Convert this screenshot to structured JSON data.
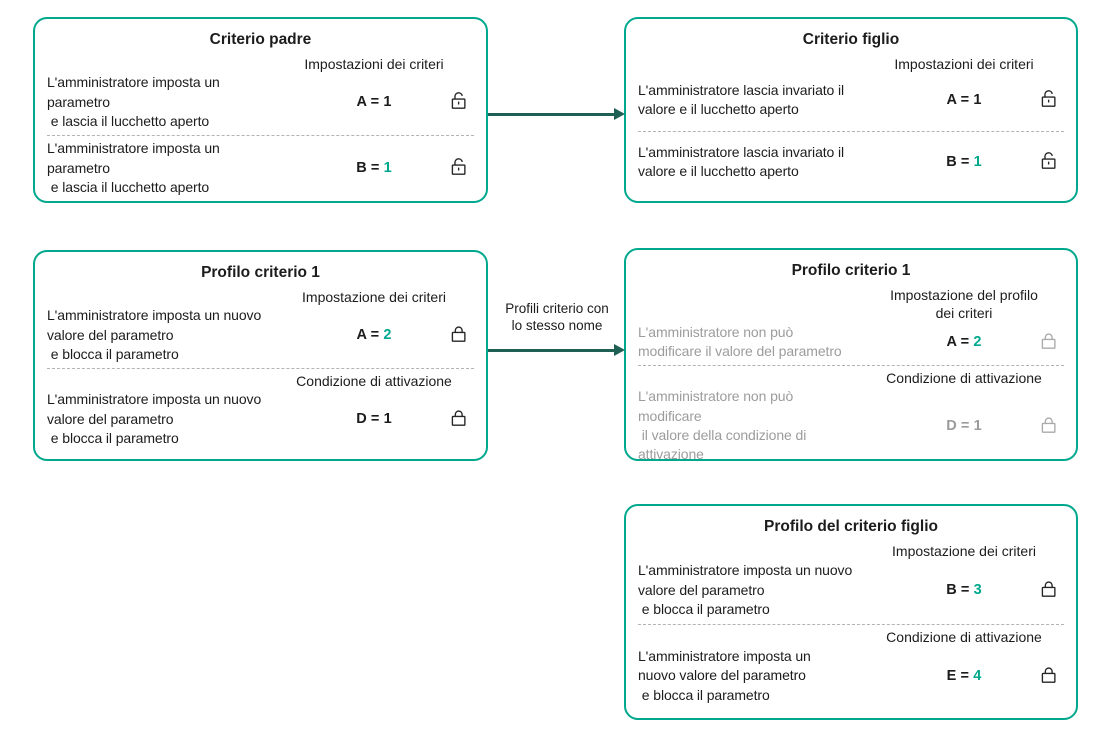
{
  "colors": {
    "border_teal": "#00A88E",
    "accent_teal": "#00A88E",
    "arrow_dark_teal": "#1E6154",
    "text_dark": "#1C1C1C",
    "text_muted": "#9C9C9C",
    "lock_dark": "#262626",
    "lock_muted": "#ABABAB",
    "divider_gray": "#B3B3B3"
  },
  "arrows": {
    "parent_to_child": {
      "label": ""
    },
    "profile_to_profile": {
      "label": "Profili criterio con\nlo stesso nome"
    }
  },
  "boxes": {
    "parent_policy": {
      "title": "Criterio padre",
      "rows": [
        {
          "settings_label": "Impostazioni dei criteri",
          "description": "L'amministratore imposta un\nparametro\n e lascia il lucchetto aperto",
          "param": "A = ",
          "value": "1",
          "lock": "open"
        },
        {
          "description": "L'amministratore imposta un\nparametro\n e lascia il lucchetto aperto",
          "param": "B = ",
          "value": "1",
          "lock": "open"
        }
      ]
    },
    "child_policy": {
      "title": "Criterio figlio",
      "rows": [
        {
          "settings_label": "Impostazioni dei criteri",
          "description": "L'amministratore lascia invariato il\nvalore e il lucchetto aperto",
          "param": "A = ",
          "value": "1",
          "lock": "open"
        },
        {
          "description": "L'amministratore lascia invariato il\nvalore e il lucchetto aperto",
          "param": "B = ",
          "value": "1",
          "lock": "open"
        }
      ]
    },
    "policy_profile_parent": {
      "title": "Profilo criterio 1",
      "rows": [
        {
          "settings_label": "Impostazione dei criteri",
          "description": "L'amministratore imposta un nuovo\nvalore del parametro\n e blocca il parametro",
          "param": "A = ",
          "value": "2",
          "lock": "closed"
        },
        {
          "settings_label": "Condizione di attivazione",
          "description": "L'amministratore imposta un nuovo\nvalore del parametro\n e blocca il parametro",
          "param": "D = ",
          "value": "1",
          "lock": "closed"
        }
      ]
    },
    "policy_profile_child": {
      "title": "Profilo criterio 1",
      "rows": [
        {
          "settings_label": "Impostazione del profilo\ndei criteri",
          "description": "L'amministratore non può\nmodificare il valore del parametro",
          "param": "A = ",
          "value": "2",
          "lock": "closed"
        },
        {
          "settings_label": "Condizione di attivazione",
          "description": "L'amministratore non può\nmodificare\n il valore della condizione di\nattivazione",
          "param": "D = ",
          "value": "1",
          "lock": "closed"
        }
      ]
    },
    "child_policy_profile": {
      "title": "Profilo del criterio figlio",
      "rows": [
        {
          "settings_label": "Impostazione dei criteri",
          "description": "L'amministratore imposta un nuovo\nvalore del parametro\n e blocca il parametro",
          "param": "B = ",
          "value": "3",
          "lock": "closed"
        },
        {
          "settings_label": "Condizione di attivazione",
          "description": "L'amministratore imposta un\nnuovo valore del parametro\n e blocca il parametro",
          "param": "E = ",
          "value": "4",
          "lock": "closed"
        }
      ]
    }
  }
}
